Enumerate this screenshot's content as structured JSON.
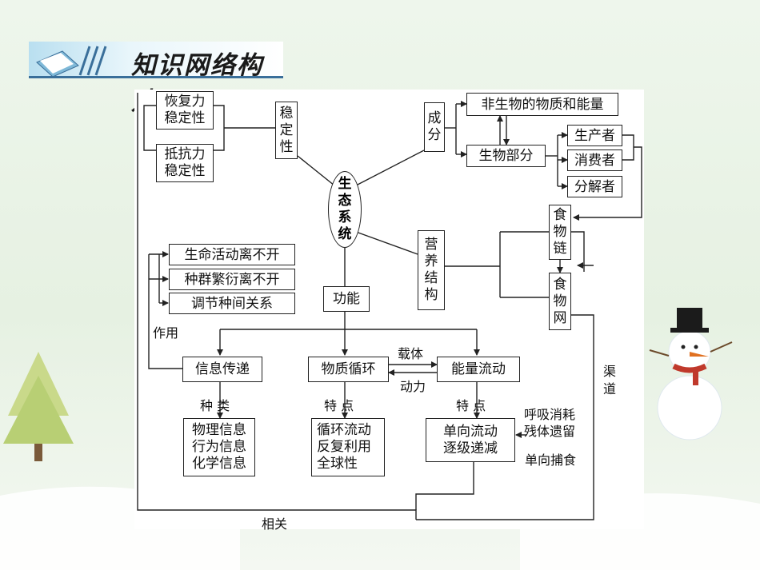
{
  "header": {
    "title": "知识网络构建"
  },
  "center": [
    "生",
    "态",
    "系",
    "统"
  ],
  "stability": {
    "resilience": [
      "恢复力",
      "稳定性"
    ],
    "resistance": [
      "抵抗力",
      "稳定性"
    ],
    "label": [
      "稳",
      "定",
      "性"
    ]
  },
  "composition": {
    "label": [
      "成",
      "分"
    ],
    "abiotic": "非生物的物质和能量",
    "biotic": "生物部分",
    "producer": "生产者",
    "consumer": "消费者",
    "decomposer": "分解者"
  },
  "structure": {
    "label": [
      "营",
      "养",
      "结",
      "构"
    ],
    "food_chain": [
      "食",
      "物",
      "链"
    ],
    "food_web": [
      "食",
      "物",
      "网"
    ]
  },
  "function": {
    "label": "功能",
    "info": "信息传递",
    "matter": "物质循环",
    "energy": "能量流动",
    "carrier": "载体",
    "power": "动力",
    "role": "作用",
    "roles": [
      "生命活动离不开",
      "种群繁衍离不开",
      "调节种间关系"
    ],
    "kind_label": "种 类",
    "feature_label_1": "特 点",
    "feature_label_2": "特 点",
    "info_types": [
      "物理信息",
      "行为信息",
      "化学信息"
    ],
    "matter_features": [
      "循环流动",
      "反复利用",
      "全球性"
    ],
    "energy_features": [
      "单向流动",
      "逐级递减"
    ],
    "energy_side": [
      "呼吸消耗",
      "残体遗留"
    ],
    "one_way": "单向捕食",
    "channel": [
      "渠",
      "道"
    ],
    "related": "相关"
  }
}
